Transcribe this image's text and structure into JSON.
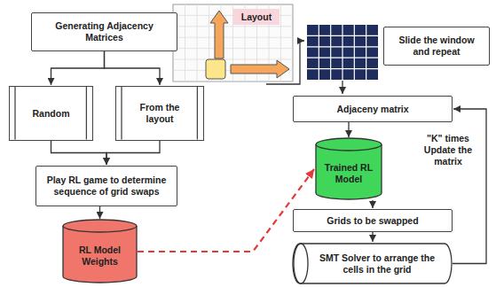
{
  "diagram": {
    "nodes": [
      {
        "text": [
          "Generating Adjacency Matrices"
        ]
      },
      {
        "text": [
          "Random"
        ]
      },
      {
        "text": [
          "From the layout"
        ]
      },
      {
        "text": [
          "Play RL game to determine sequence of grid swaps"
        ]
      },
      {
        "text": [
          "RL Model Weights"
        ]
      },
      {
        "text": [
          "Layout"
        ]
      },
      {
        "text": [
          "Slide the window and repeat"
        ]
      },
      {
        "text": [
          "Adjaceny matrix"
        ]
      },
      {
        "text": [
          "Trained RL Model"
        ]
      },
      {
        "text": [
          "Grids to be swapped"
        ]
      },
      {
        "text": [
          "SMT Solver to arrange the cells in the grid"
        ]
      }
    ],
    "edges": [
      {
        "from": 0,
        "to": 1,
        "arrow": "to"
      },
      {
        "from": 0,
        "to": 2,
        "arrow": "to"
      },
      {
        "from": 1,
        "to": 3,
        "arrow": "to"
      },
      {
        "from": 2,
        "to": 3,
        "arrow": "to"
      },
      {
        "from": 3,
        "to": 4,
        "arrow": "to"
      },
      {
        "from": 4,
        "to": 8,
        "arrow": "to"
      },
      {
        "from": 7,
        "to": 8,
        "arrow": "to"
      },
      {
        "from": 8,
        "to": 9,
        "arrow": "to"
      },
      {
        "from": 9,
        "to": 10,
        "arrow": "to"
      },
      {
        "from": 10,
        "to": 7,
        "label": "\"K\" times Update the matrix",
        "arrow": "to"
      }
    ]
  }
}
